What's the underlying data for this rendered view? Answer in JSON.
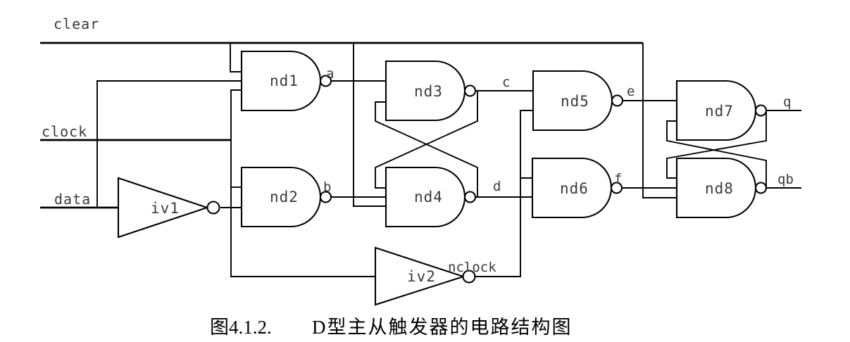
{
  "diagram": {
    "inputs": {
      "clear": "clear",
      "clock": "clock",
      "data": "data"
    },
    "gates": {
      "nd1": "nd1",
      "nd2": "nd2",
      "nd3": "nd3",
      "nd4": "nd4",
      "nd5": "nd5",
      "nd6": "nd6",
      "nd7": "nd7",
      "nd8": "nd8",
      "iv1": "iv1",
      "iv2": "iv2"
    },
    "signals": {
      "a": "a",
      "b": "b",
      "c": "c",
      "d": "d",
      "e": "e",
      "f": "f",
      "nclock": "nclock",
      "q": "q",
      "qb": "qb"
    },
    "caption": {
      "number": "图4.1.2.",
      "title": "D型主从触发器的电路结构图"
    },
    "colors": {
      "line": "#000000",
      "label": "#3a3a3a",
      "background": "#ffffff"
    }
  }
}
